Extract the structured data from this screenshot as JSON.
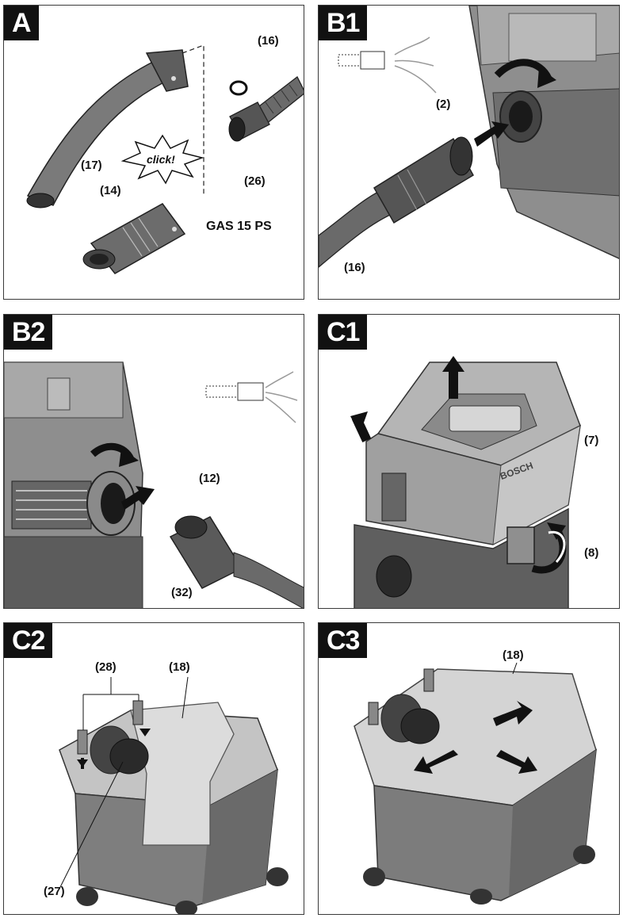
{
  "panels": [
    {
      "id": "A",
      "tag": "A",
      "labels": {
        "l16": "(16)",
        "l17": "(17)",
        "l14": "(14)",
        "l26": "(26)",
        "click": "click!",
        "model": "GAS 15 PS"
      }
    },
    {
      "id": "B1",
      "tag": "B1",
      "labels": {
        "l2": "(2)",
        "l16": "(16)"
      }
    },
    {
      "id": "B2",
      "tag": "B2",
      "labels": {
        "l12": "(12)",
        "l32": "(32)"
      }
    },
    {
      "id": "C1",
      "tag": "C1",
      "labels": {
        "l7": "(7)",
        "l8": "(8)",
        "brand": "BOSCH"
      }
    },
    {
      "id": "C2",
      "tag": "C2",
      "labels": {
        "l28": "(28)",
        "l18": "(18)",
        "l27": "(27)"
      }
    },
    {
      "id": "C3",
      "tag": "C3",
      "labels": {
        "l18": "(18)"
      }
    }
  ],
  "colors": {
    "body": "#8e8e8e",
    "dark": "#4a4a4a",
    "light": "#cfcfcf",
    "black": "#111111"
  }
}
